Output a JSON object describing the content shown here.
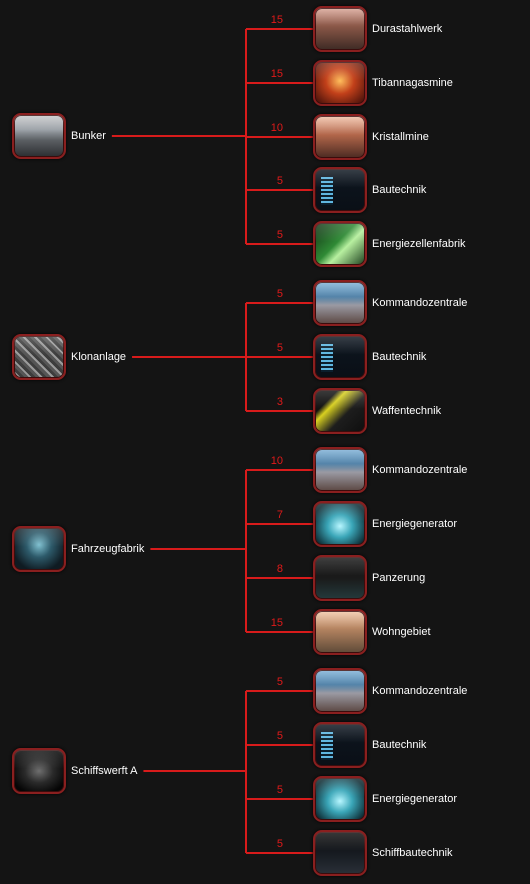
{
  "groups": [
    {
      "source": {
        "label": "Bunker",
        "icon": "bunker-icon",
        "art": "art-bunker"
      },
      "targets": [
        {
          "label": "Durastahlwerk",
          "level": 15,
          "icon": "durasteel-factory-icon",
          "art": "art-durasteel"
        },
        {
          "label": "Tibannagasmine",
          "level": 15,
          "icon": "tibanna-gas-mine-icon",
          "art": "art-tibanna"
        },
        {
          "label": "Kristallmine",
          "level": 10,
          "icon": "crystal-mine-icon",
          "art": "art-crystal"
        },
        {
          "label": "Bautechnik",
          "level": 5,
          "icon": "construction-tech-icon",
          "art": "art-screen"
        },
        {
          "label": "Energiezellenfabrik",
          "level": 5,
          "icon": "energy-cell-factory-icon",
          "art": "art-energycell"
        }
      ]
    },
    {
      "source": {
        "label": "Klonanlage",
        "icon": "clone-facility-icon",
        "art": "art-clone"
      },
      "targets": [
        {
          "label": "Kommandozentrale",
          "level": 5,
          "icon": "command-center-icon",
          "art": "art-command"
        },
        {
          "label": "Bautechnik",
          "level": 5,
          "icon": "construction-tech-icon",
          "art": "art-screen"
        },
        {
          "label": "Waffentechnik",
          "level": 3,
          "icon": "weapon-tech-icon",
          "art": "art-weapon"
        }
      ]
    },
    {
      "source": {
        "label": "Fahrzeugfabrik",
        "icon": "vehicle-factory-icon",
        "art": "art-vehicle"
      },
      "targets": [
        {
          "label": "Kommandozentrale",
          "level": 10,
          "icon": "command-center-icon",
          "art": "art-command"
        },
        {
          "label": "Energiegenerator",
          "level": 7,
          "icon": "energy-generator-icon",
          "art": "art-generator"
        },
        {
          "label": "Panzerung",
          "level": 8,
          "icon": "armor-icon",
          "art": "art-armor"
        },
        {
          "label": "Wohngebiet",
          "level": 15,
          "icon": "residential-area-icon",
          "art": "art-residential"
        }
      ]
    },
    {
      "source": {
        "label": "Schiffswerft A",
        "icon": "shipyard-icon",
        "art": "art-ship"
      },
      "targets": [
        {
          "label": "Kommandozentrale",
          "level": 5,
          "icon": "command-center-icon",
          "art": "art-command"
        },
        {
          "label": "Bautechnik",
          "level": 5,
          "icon": "construction-tech-icon",
          "art": "art-screen"
        },
        {
          "label": "Energiegenerator",
          "level": 5,
          "icon": "energy-generator-icon",
          "art": "art-generator"
        },
        {
          "label": "Schiffbautechnik",
          "level": 5,
          "icon": "shipbuilding-tech-icon",
          "art": "art-shipyard"
        }
      ]
    }
  ],
  "colors": {
    "background": "#141414",
    "connector": "#d81b1b",
    "level_text": "#e01a1a",
    "label_text": "#ffffff",
    "thumb_border": "#8a1f1f"
  }
}
